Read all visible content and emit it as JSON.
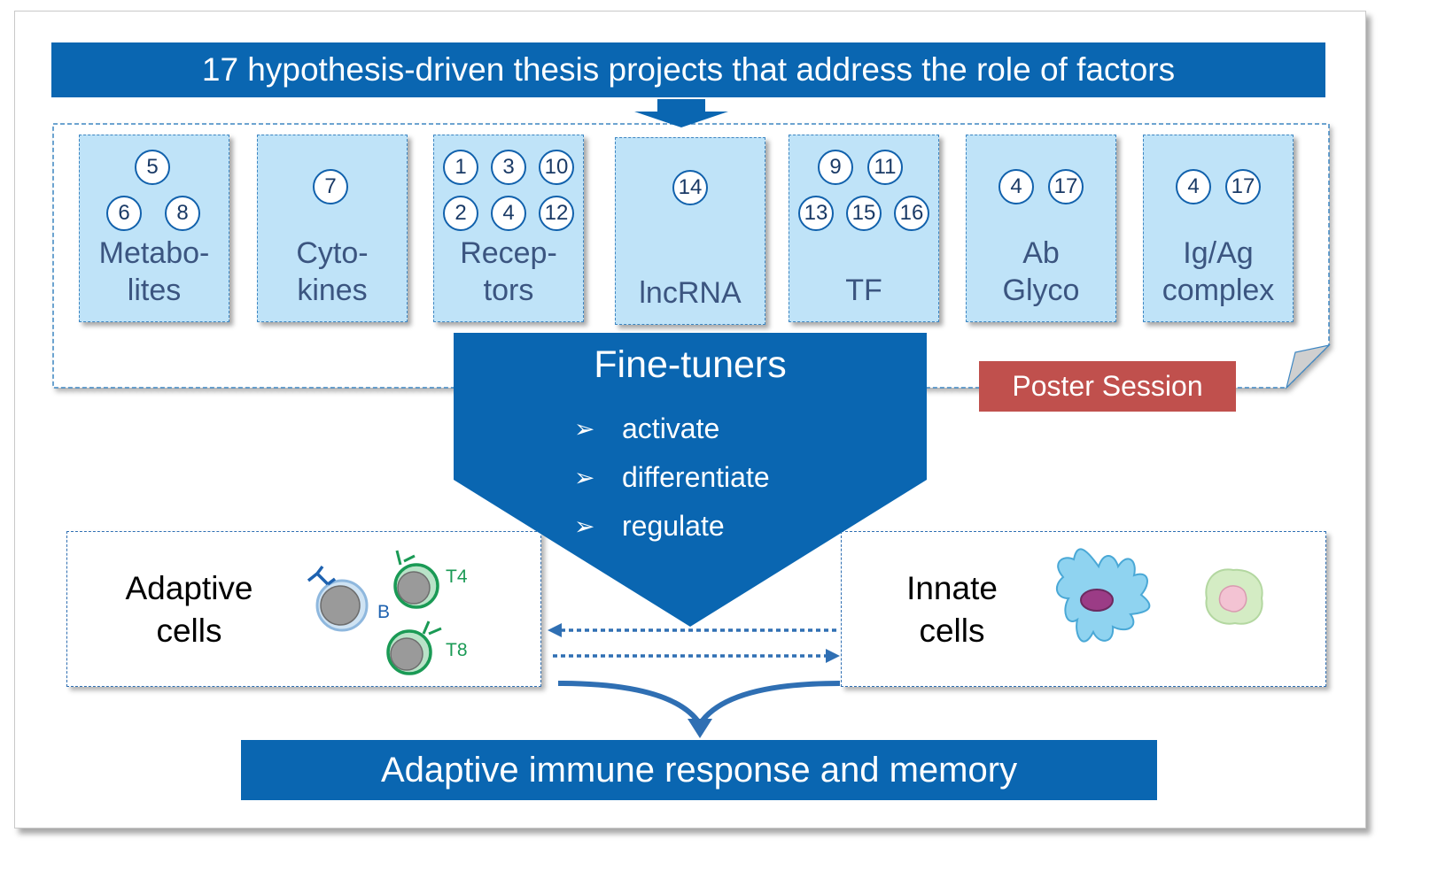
{
  "header": {
    "title": "17 hypothesis-driven thesis projects that address the role of factors"
  },
  "factors": [
    {
      "label1": "Metabo-",
      "label2": "lites",
      "circles": [
        "5",
        "6",
        "8"
      ]
    },
    {
      "label1": "Cyto-",
      "label2": "kines",
      "circles": [
        "7"
      ]
    },
    {
      "label1": "Recep-",
      "label2": "tors",
      "circles": [
        "1",
        "3",
        "10",
        "2",
        "4",
        "12"
      ]
    },
    {
      "label1": "",
      "label2": "lncRNA",
      "circles": [
        "14"
      ]
    },
    {
      "label1": "",
      "label2": "TF",
      "circles": [
        "9",
        "11",
        "13",
        "15",
        "16"
      ]
    },
    {
      "label1": "Ab",
      "label2": "Glyco",
      "circles": [
        "4",
        "17"
      ]
    },
    {
      "label1": "Ig/Ag",
      "label2": "complex",
      "circles": [
        "4",
        "17"
      ]
    }
  ],
  "poster_session": "Poster Session",
  "fine_tuners": {
    "title": "Fine-tuners",
    "arrow_glyph": "➢",
    "items": [
      "activate",
      "differentiate",
      "regulate"
    ]
  },
  "adaptive": {
    "line1": "Adaptive",
    "line2": "cells",
    "labels": [
      "B",
      "T4",
      "T8"
    ]
  },
  "innate": {
    "line1": "Innate",
    "line2": "cells"
  },
  "result": "Adaptive immune response and memory",
  "colors": {
    "primary_blue": "#0a66b1",
    "light_blue": "#bfe3f8",
    "poster_red": "#c0504d",
    "t_cell_green": "#1a9a55"
  }
}
